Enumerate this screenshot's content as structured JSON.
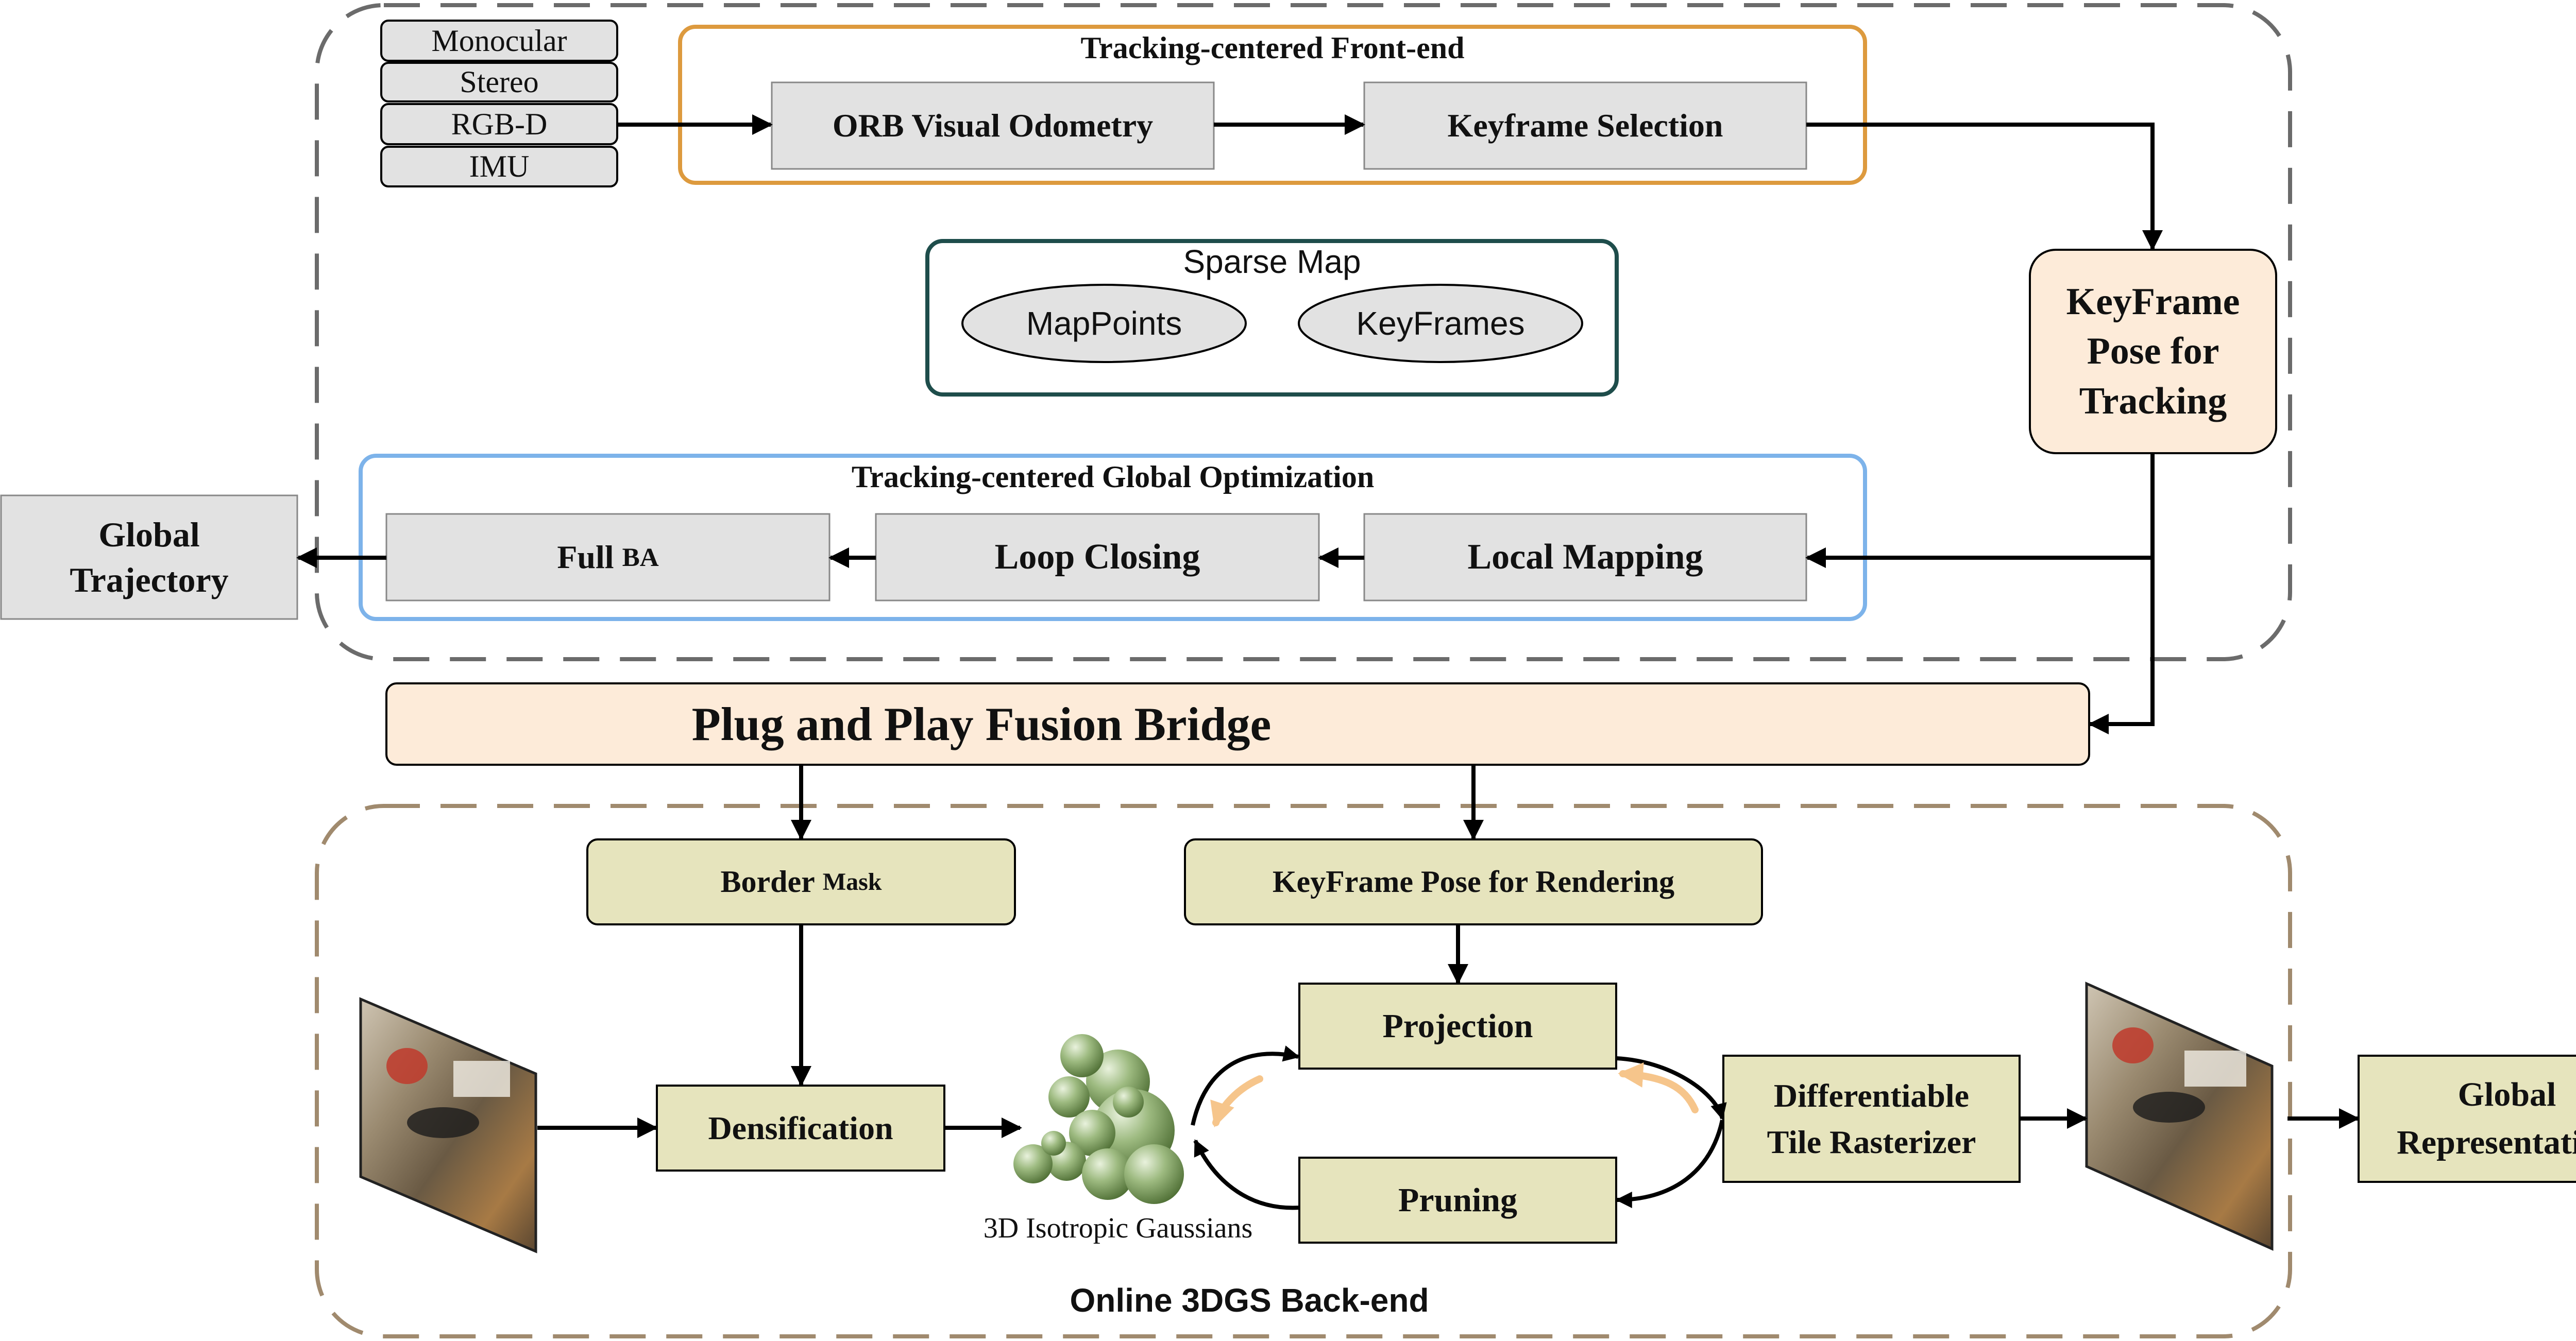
{
  "colors": {
    "gray_box": "#e2e2e2",
    "peach": "#fdebd9",
    "olive": "#e6e4bd",
    "orange_border": "#dd9a3e",
    "teal_border": "#1e4d4b",
    "blue_border": "#7db3ea",
    "dash_gray": "#6b6b6b",
    "dash_brown": "#a08a6e",
    "arrow": "#000000",
    "curve_arrow": "#f6c58b",
    "gaussian": "#7c9e5f"
  },
  "sensors": [
    "Monocular",
    "Stereo",
    "RGB-D",
    "IMU"
  ],
  "frontend": {
    "title": "Tracking-centered Front-end",
    "orb": "ORB Visual Odometry",
    "keyframe_selection": "Keyframe Selection"
  },
  "sparse_map": {
    "title": "Sparse Map",
    "mappoints": "MapPoints",
    "keyframes": "KeyFrames"
  },
  "keyframe_tracking": [
    "KeyFrame",
    "Pose for",
    "Tracking"
  ],
  "global_opt": {
    "title": "Tracking-centered Global Optimization",
    "full_ba": "Full",
    "full_ba_sc": "BA",
    "loop_closing": "Loop Closing",
    "local_mapping": "Local Mapping"
  },
  "global_trajectory": [
    "Global",
    "Trajectory"
  ],
  "bridge": "Plug and Play Fusion Bridge",
  "backend": {
    "title": "Online 3DGS Back-end",
    "border_mask": "Border",
    "border_mask_sc": "Mask",
    "kf_render": "KeyFrame Pose for Rendering",
    "densification": "Densification",
    "projection": "Projection",
    "pruning": "Pruning",
    "rasterizer": [
      "Differentiable",
      "Tile Rasterizer"
    ],
    "gaussians_caption": "3D Isotropic Gaussians",
    "global_rep": [
      "Global",
      "Representation"
    ]
  }
}
